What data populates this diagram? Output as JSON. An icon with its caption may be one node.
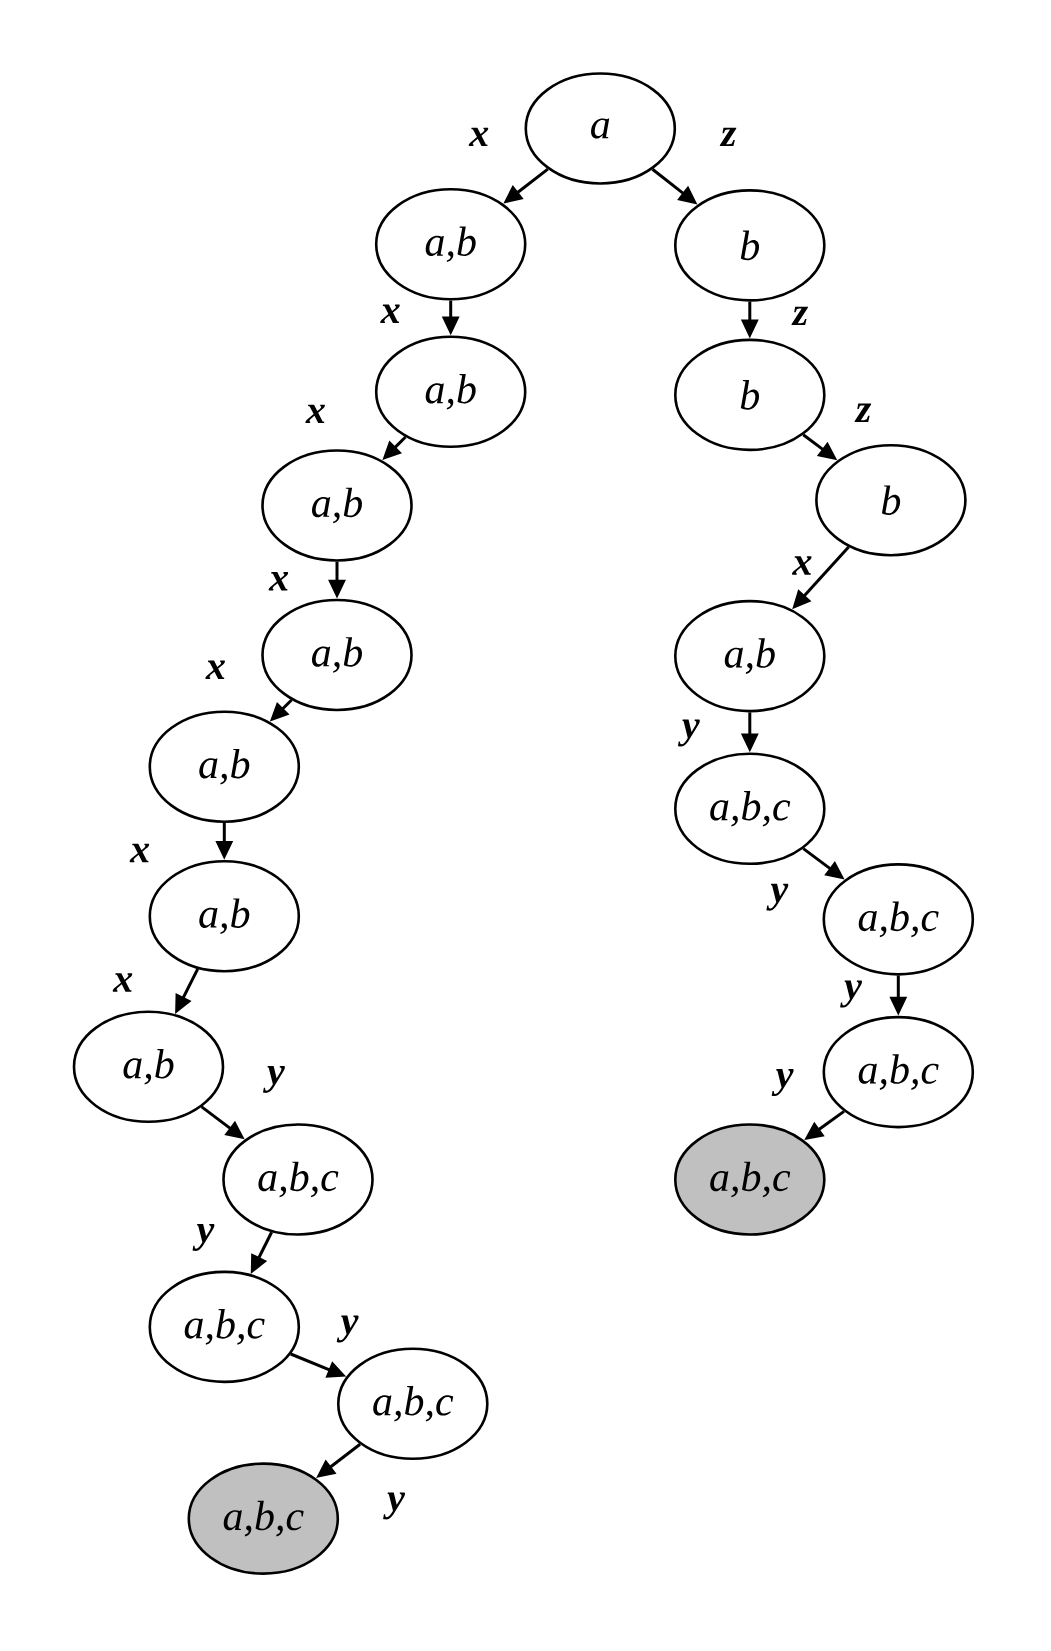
{
  "diagram": {
    "nodes": [
      {
        "text": [
          "a"
        ]
      },
      {
        "text": [
          "a,b"
        ]
      },
      {
        "text": [
          "b"
        ]
      },
      {
        "text": [
          "a,b"
        ]
      },
      {
        "text": [
          "b"
        ]
      },
      {
        "text": [
          "a,b"
        ]
      },
      {
        "text": [
          "b"
        ]
      },
      {
        "text": [
          "a,b"
        ]
      },
      {
        "text": [
          "a,b"
        ]
      },
      {
        "text": [
          "a,b"
        ]
      },
      {
        "text": [
          "a,b,c"
        ]
      },
      {
        "text": [
          "a,b"
        ]
      },
      {
        "text": [
          "a,b,c"
        ]
      },
      {
        "text": [
          "a,b"
        ]
      },
      {
        "text": [
          "a,b,c"
        ]
      },
      {
        "text": [
          "a,b,c"
        ]
      },
      {
        "text": [
          "a,b,c"
        ]
      },
      {
        "text": [
          "a,b,c"
        ]
      },
      {
        "text": [
          "a,b,c"
        ]
      },
      {
        "text": [
          "a,b,c"
        ]
      }
    ],
    "edges": [
      {
        "from": 0,
        "to": 1,
        "arrow": "to",
        "label": "x"
      },
      {
        "from": 0,
        "to": 2,
        "arrow": "to",
        "label": "z"
      },
      {
        "from": 1,
        "to": 3,
        "arrow": "to",
        "label": "x"
      },
      {
        "from": 3,
        "to": 5,
        "arrow": "to",
        "label": "x"
      },
      {
        "from": 5,
        "to": 7,
        "arrow": "to",
        "label": "x"
      },
      {
        "from": 7,
        "to": 9,
        "arrow": "to",
        "label": "x"
      },
      {
        "from": 9,
        "to": 11,
        "arrow": "to",
        "label": "x"
      },
      {
        "from": 11,
        "to": 13,
        "arrow": "to",
        "label": "x"
      },
      {
        "from": 13,
        "to": 15,
        "arrow": "to",
        "label": "y"
      },
      {
        "from": 15,
        "to": 17,
        "arrow": "to",
        "label": "y"
      },
      {
        "from": 17,
        "to": 18,
        "arrow": "to",
        "label": "y"
      },
      {
        "from": 18,
        "to": 19,
        "arrow": "to",
        "label": "y"
      },
      {
        "from": 2,
        "to": 4,
        "arrow": "to",
        "label": "z"
      },
      {
        "from": 4,
        "to": 6,
        "arrow": "to",
        "label": "z"
      },
      {
        "from": 6,
        "to": 8,
        "arrow": "to",
        "label": "x"
      },
      {
        "from": 8,
        "to": 10,
        "arrow": "to",
        "label": "y"
      },
      {
        "from": 10,
        "to": 12,
        "arrow": "to",
        "label": "y"
      },
      {
        "from": 12,
        "to": 14,
        "arrow": "to",
        "label": "y"
      },
      {
        "from": 14,
        "to": 16,
        "arrow": "to",
        "label": "y"
      }
    ]
  }
}
